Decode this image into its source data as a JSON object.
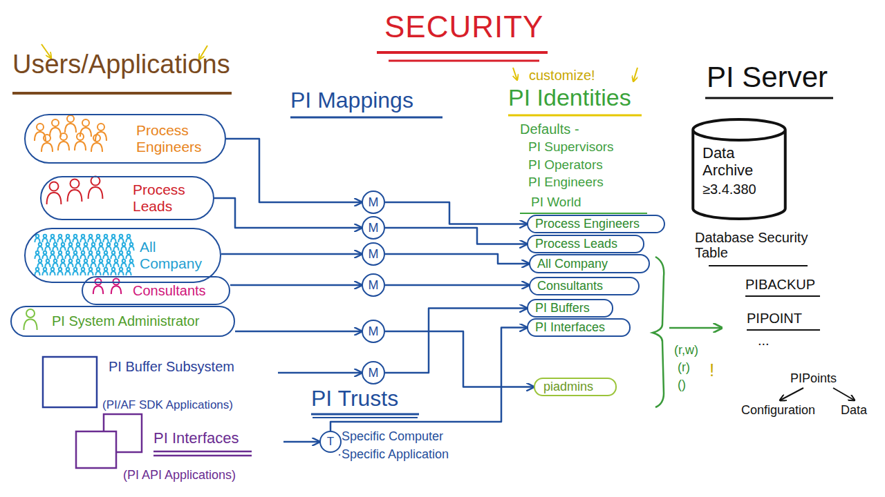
{
  "diagram": {
    "title": "SECURITY",
    "nodes": [
      {
        "text": [
          "Process Engineers"
        ]
      },
      {
        "text": [
          "Process Leads"
        ]
      },
      {
        "text": [
          "All Company"
        ]
      },
      {
        "text": [
          "Consultants"
        ]
      },
      {
        "text": [
          "PI System Administrator"
        ]
      },
      {
        "text": [
          "PI Buffer Subsystem",
          "(PI/AF SDK Applications)"
        ]
      },
      {
        "text": [
          "PI Interfaces",
          "(PI API Applications)"
        ]
      },
      {
        "text": [
          "M"
        ]
      },
      {
        "text": [
          "M"
        ]
      },
      {
        "text": [
          "M"
        ]
      },
      {
        "text": [
          "M"
        ]
      },
      {
        "text": [
          "M"
        ]
      },
      {
        "text": [
          "M"
        ]
      },
      {
        "text": [
          "T"
        ]
      },
      {
        "text": [
          "Process Engineers"
        ]
      },
      {
        "text": [
          "Process Leads"
        ]
      },
      {
        "text": [
          "All Company"
        ]
      },
      {
        "text": [
          "Consultants"
        ]
      },
      {
        "text": [
          "PI Buffers"
        ]
      },
      {
        "text": [
          "PI Interfaces"
        ]
      },
      {
        "text": [
          "piadmins"
        ]
      },
      {
        "text": [
          "Data Archive",
          "≥3.4.380"
        ]
      }
    ],
    "edges": [
      {
        "from": 0,
        "to": 7,
        "arrow": "to"
      },
      {
        "from": 7,
        "to": 14,
        "arrow": "to"
      },
      {
        "from": 1,
        "to": 8,
        "arrow": "to"
      },
      {
        "from": 8,
        "to": 15,
        "arrow": "to"
      },
      {
        "from": 2,
        "to": 9,
        "arrow": "to"
      },
      {
        "from": 9,
        "to": 16,
        "arrow": "to"
      },
      {
        "from": 3,
        "to": 10,
        "arrow": "to"
      },
      {
        "from": 10,
        "to": 17,
        "arrow": "to"
      },
      {
        "from": 4,
        "to": 11,
        "arrow": "to"
      },
      {
        "from": 11,
        "to": 20,
        "arrow": "to"
      },
      {
        "from": 5,
        "to": 12,
        "arrow": "to"
      },
      {
        "from": 12,
        "to": 18,
        "arrow": "to"
      },
      {
        "from": 6,
        "to": 13,
        "arrow": "to"
      },
      {
        "from": 13,
        "to": 19,
        "arrow": "to"
      }
    ],
    "labels": [
      "Users/Applications",
      "PI Mappings",
      "customize!",
      "PI Identities",
      "Defaults -",
      "PI Supervisors",
      "PI Operators",
      "PI Engineers",
      "PI World",
      "PI Server",
      "Database Security Table",
      "PIBACKUP",
      "PIPOINT",
      "...",
      "(r,w)",
      "(r)",
      "()",
      "!",
      "PIPoints",
      "Configuration",
      "Data",
      "PI Trusts",
      "·Specific Computer",
      "·Specific Application"
    ]
  }
}
